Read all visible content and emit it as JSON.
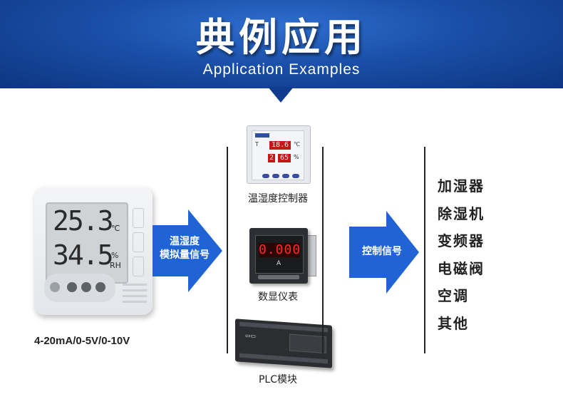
{
  "header": {
    "title_cn": "典例应用",
    "title_en": "Application Examples",
    "bg_color": "#1a4fa8"
  },
  "transmitter": {
    "lcd_temp": "25.3",
    "temp_unit": "℃",
    "lcd_humidity": "34.5",
    "humidity_unit_top": "%",
    "humidity_unit_bottom": "RH",
    "output_label": "4-20mA/0-5V/0-10V"
  },
  "arrow_left": {
    "line1": "温湿度",
    "line2": "模拟量信号",
    "color": "#1f63d4"
  },
  "devices": {
    "controller": {
      "label": "温湿度控制器",
      "display_top": "18.6",
      "display_bottom_left": "2",
      "display_bottom_right": "65",
      "t_label": "T",
      "t_unit": "℃",
      "h_unit": "%"
    },
    "meter": {
      "label": "数显仪表",
      "digits": "0.000",
      "unit": "A"
    },
    "plc": {
      "label": "PLC模块"
    }
  },
  "arrow_right": {
    "label": "控制信号",
    "color": "#1f63d4"
  },
  "applications": [
    "加湿器",
    "除湿机",
    "变频器",
    "电磁阀",
    "空调",
    "其他"
  ]
}
